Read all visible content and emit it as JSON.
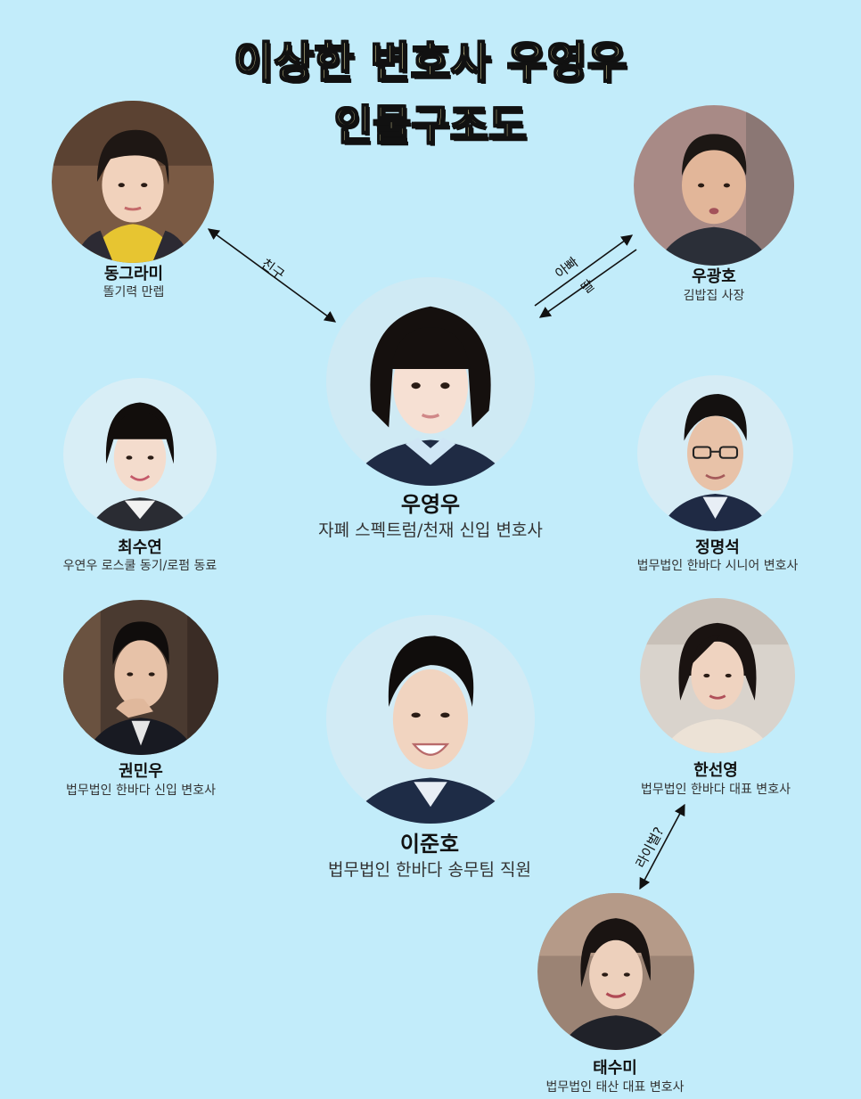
{
  "title": {
    "line1": "이상한 변호사 우영우",
    "line2": "인물구조도"
  },
  "people": {
    "dong": {
      "name": "동그라미",
      "role": "똘기력 만렙"
    },
    "woo_gh": {
      "name": "우광호",
      "role": "김밥집 사장"
    },
    "woo_yw": {
      "name": "우영우",
      "role": "자폐 스펙트럼/천재 신입 변호사"
    },
    "choi": {
      "name": "최수연",
      "role": "우연우 로스쿨 동기/로펌 동료"
    },
    "jung": {
      "name": "정명석",
      "role": "법무법인 한바다 시니어 변호사"
    },
    "kwon": {
      "name": "권민우",
      "role": "법무법인 한바다 신입 변호사"
    },
    "lee": {
      "name": "이준호",
      "role": "법무법인 한바다 송무팀 직원"
    },
    "han": {
      "name": "한선영",
      "role": "법무법인 한바다 대표 변호사"
    },
    "tae": {
      "name": "태수미",
      "role": "법무법인 태산 대표 변호사"
    }
  },
  "relations": {
    "friend": "친구",
    "dad": "아빠",
    "daughter": "딸",
    "rival": "라이벌?"
  },
  "colors": {
    "background": "#c2ecfa",
    "title_fill": "#fff6b0",
    "title_outline": "#111111"
  }
}
